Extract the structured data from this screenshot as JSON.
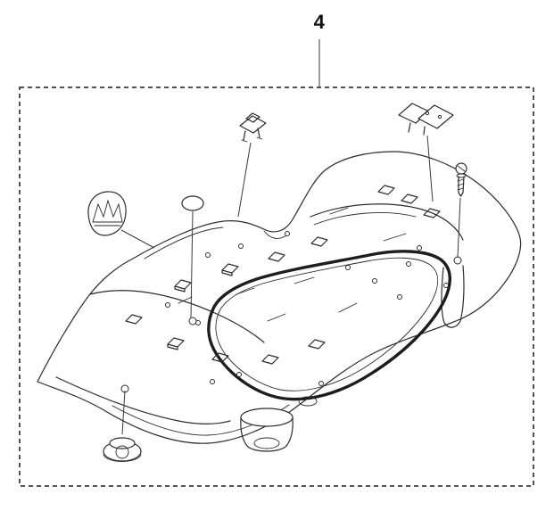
{
  "diagram": {
    "callout": "4"
  },
  "style": {
    "line_color": "#2b2b2b",
    "seal_color": "#1d1d1d",
    "background": "#ffffff"
  },
  "parts": {
    "components": [
      "chassis-cover-body",
      "rubber-seal-gasket",
      "clip-small",
      "clip-assembly",
      "screw",
      "cover-button",
      "brand-emblem",
      "wheel-cap",
      "front-cylinder"
    ]
  }
}
